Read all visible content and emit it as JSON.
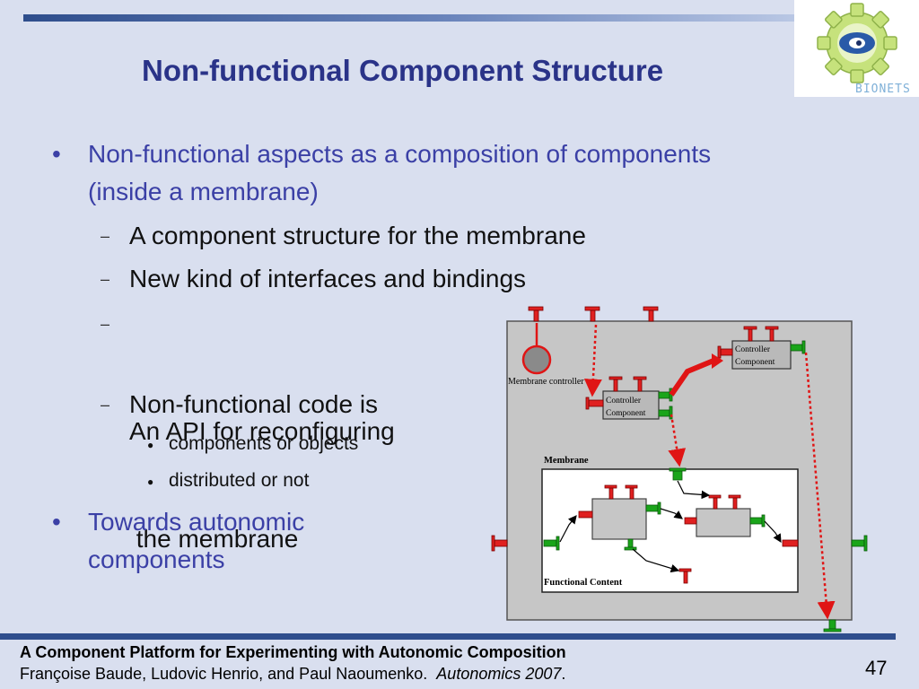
{
  "slide": {
    "title": "Non-functional Component Structure",
    "bullets": [
      {
        "text_line1": "Non-functional aspects as a composition of components",
        "text_line2": "(inside a membrane)"
      },
      {
        "text_line1": "Towards autonomic",
        "text_line2": "components"
      }
    ],
    "sub_bullets": [
      {
        "text": "A component structure for the membrane"
      },
      {
        "text": "New kind of interfaces and bindings"
      },
      {
        "text_line1": "An API for reconfiguring",
        "text_line2": " the membrane"
      },
      {
        "text": "Non-functional code is"
      }
    ],
    "sub_sub_bullets": [
      {
        "text": "components or objects"
      },
      {
        "text": "distributed or not"
      }
    ],
    "bullet_glyph": "•",
    "dash_glyph": "–",
    "dot_glyph": "●"
  },
  "logo": {
    "text": "BIONETS"
  },
  "diagram": {
    "membrane_controller_label": "Membrane controller",
    "controller_component_label_line1": "Controller",
    "controller_component_label_line2": "Component",
    "membrane_label": "Membrane",
    "functional_content_label": "Functional Content"
  },
  "footer": {
    "title": "A Component Platform for Experimenting with Autonomic Composition",
    "authors": "Françoise Baude, Ludovic Henrio, and Paul Naoumenko.",
    "venue": "Autonomics 2007",
    "period": "."
  },
  "page_number": "47",
  "colors": {
    "title": "#2a3388",
    "level1_text": "#3b40a6",
    "bar": "#2f4e8d",
    "server_itf": "#e02020",
    "client_itf": "#1aa51a"
  }
}
